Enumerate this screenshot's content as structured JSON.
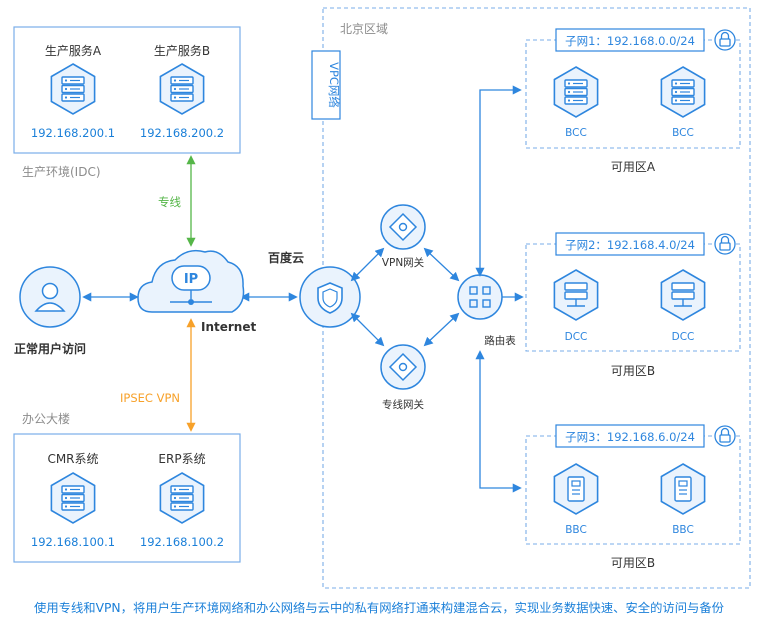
{
  "idc": {
    "label": "生产环境(IDC)",
    "servers": [
      {
        "name": "生产服务A",
        "ip": "192.168.200.1"
      },
      {
        "name": "生产服务B",
        "ip": "192.168.200.2"
      }
    ]
  },
  "office": {
    "label": "办公大楼",
    "servers": [
      {
        "name": "CMR系统",
        "ip": "192.168.100.1"
      },
      {
        "name": "ERP系统",
        "ip": "192.168.100.2"
      }
    ]
  },
  "links": {
    "dedicated": "专线",
    "ipsec": "IPSEC VPN",
    "internet": "Internet",
    "baidu_cloud": "百度云",
    "user": "正常用户访问",
    "ip_badge": "IP"
  },
  "region": {
    "label": "北京区域",
    "vpc": "VPC网络",
    "vpn_gateway": "VPN网关",
    "dedicated_gateway": "专线网关",
    "route_table": "路由表",
    "subnets": [
      {
        "label": "子网1：192.168.0.0/24",
        "nodes": [
          "BCC",
          "BCC"
        ],
        "zone": "可用区A"
      },
      {
        "label": "子网2：192.168.4.0/24",
        "nodes": [
          "DCC",
          "DCC"
        ],
        "zone": "可用区B"
      },
      {
        "label": "子网3：192.168.6.0/24",
        "nodes": [
          "BBC",
          "BBC"
        ],
        "zone": "可用区B"
      }
    ]
  },
  "caption": "使用专线和VPN，将用户生产环境网络和办公网络与云中的私有网络打通来构建混合云，实现业务数据快速、安全的访问与备份",
  "colors": {
    "blue": "#1a7fd8",
    "blue_line": "#2e86de",
    "box_border": "#7aaee8",
    "green": "#55b648",
    "orange": "#f7a12a",
    "gray_text": "#8c8c8c",
    "icon_fill": "#eaf3fd"
  }
}
